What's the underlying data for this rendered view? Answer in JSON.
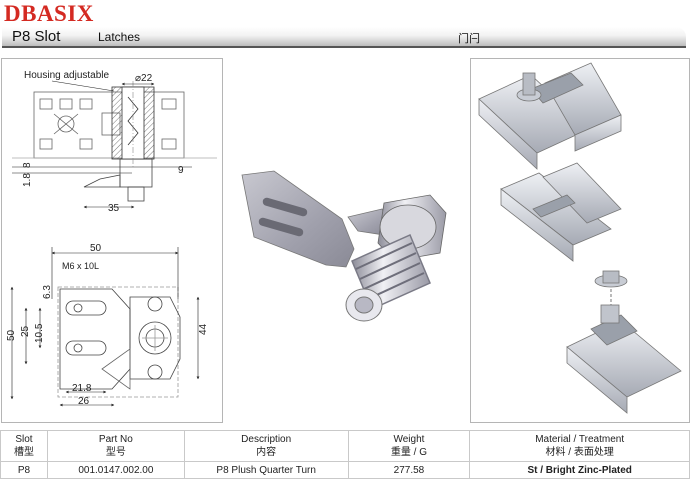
{
  "brand": "DBASIX",
  "header": {
    "slot": "P8 Slot",
    "category": "Latches",
    "category_cn": "门闩"
  },
  "drawing": {
    "housing_label": "Housing adjustable",
    "dim_dia22": "⌀22",
    "dim_8": "8",
    "dim_1_8": "1.8",
    "dim_9": "9",
    "dim_35": "35",
    "dim_50_top": "50",
    "dim_m6": "M6 x 10L",
    "dim_6_3": "6.3",
    "dim_50_left": "50",
    "dim_25": "25",
    "dim_10_5": "10.5",
    "dim_44": "44",
    "dim_21_8": "21.8",
    "dim_26": "26"
  },
  "table": {
    "headers": [
      {
        "en": "Slot",
        "cn": "槽型"
      },
      {
        "en": "Part No",
        "cn": "型号"
      },
      {
        "en": "Description",
        "cn": "内容"
      },
      {
        "en": "Weight",
        "cn": "重量 / G"
      },
      {
        "en": "Material / Treatment",
        "cn": "材料 / 表面处理"
      }
    ],
    "row": {
      "slot": "P8",
      "part_no": "001.0147.002.00",
      "description": "P8 Plush Quarter Turn",
      "weight": "277.58",
      "material": "St / Bright Zinc-Plated"
    }
  }
}
